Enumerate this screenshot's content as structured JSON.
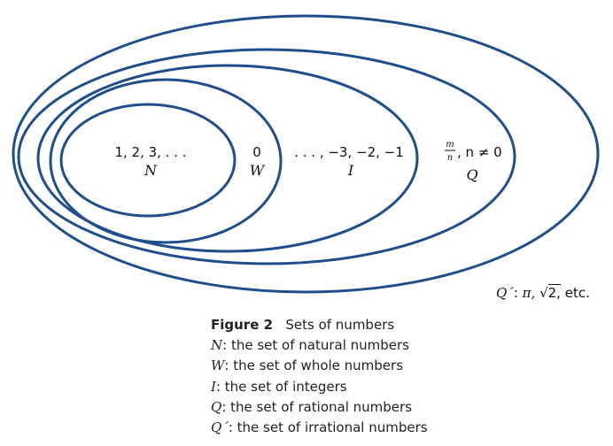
{
  "sets": {
    "N": {
      "members": "1, 2, 3, . . .",
      "symbol": "N"
    },
    "W": {
      "members": "0",
      "symbol": "W"
    },
    "I": {
      "members": ". . . , −3, −2, −1",
      "symbol": "I"
    },
    "Q": {
      "fraction_num": "m",
      "fraction_den": "n",
      "condition": ", n ≠ 0",
      "symbol": "Q"
    },
    "Qprime": {
      "symbol": "Q´",
      "sep": ":",
      "members_pi": "π,",
      "members_sqrt": "2,",
      "members_etc": "etc."
    }
  },
  "caption": {
    "title": "Figure 2",
    "subtitle": "Sets of numbers",
    "lines": [
      {
        "sym": "N",
        "text": ": the set of natural numbers"
      },
      {
        "sym": "W",
        "text": ": the set of whole numbers"
      },
      {
        "sym": "I",
        "text": ": the set of integers"
      },
      {
        "sym": "Q",
        "text": ": the set of rational numbers"
      },
      {
        "sym": "Q´",
        "text": ": the set of irrational numbers"
      }
    ]
  },
  "colors": {
    "outline": "#1f4e8c",
    "text": "#111111"
  }
}
